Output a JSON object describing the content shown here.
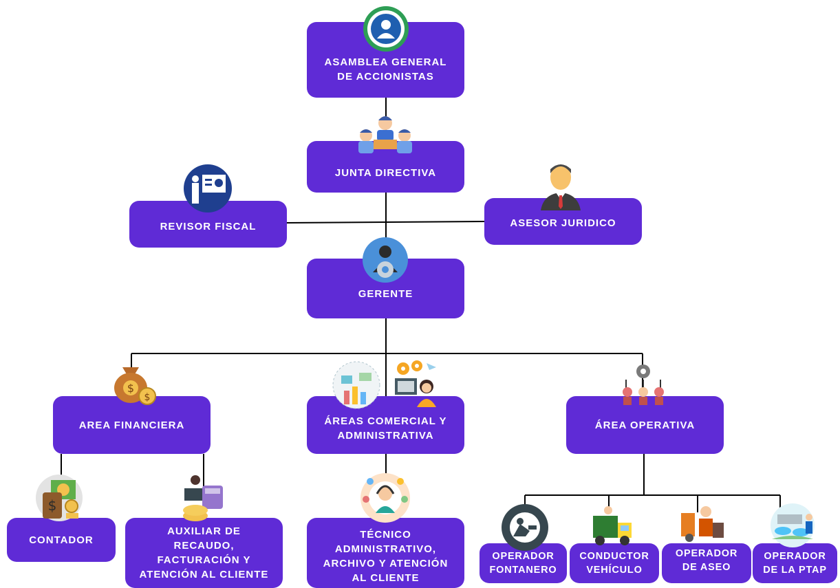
{
  "nodes": {
    "asamblea": "ASAMBLEA GENERAL\nDE ACCIONISTAS",
    "junta": "JUNTA DIRECTIVA",
    "revisor": "REVISOR FISCAL",
    "asesor": "ASESOR JURIDICO",
    "gerente": "GERENTE",
    "financiera": "AREA FINANCIERA",
    "comercial": "ÁREAS COMERCIAL Y\nADMINISTRATIVA",
    "operativa": "ÁREA OPERATIVA",
    "contador": "CONTADOR",
    "auxiliar": "AUXILIAR DE\nRECAUDO,\nFACTURACIÓN Y\nATENCIÓN AL CLIENTE",
    "tecnico": "TÉCNICO\nADMINISTRATIVO,\nARCHIVO Y ATENCIÓN\nAL CLIENTE",
    "fontanero": "OPERADOR\nFONTANERO",
    "conductor": "CONDUCTOR\nVEHÍCULO",
    "aseo": "OPERADOR\nDE ASEO",
    "ptap": "OPERADOR\nDE LA PTAP"
  },
  "colors": {
    "box": "#5f2bd6",
    "text": "#ffffff",
    "line": "#000000"
  }
}
